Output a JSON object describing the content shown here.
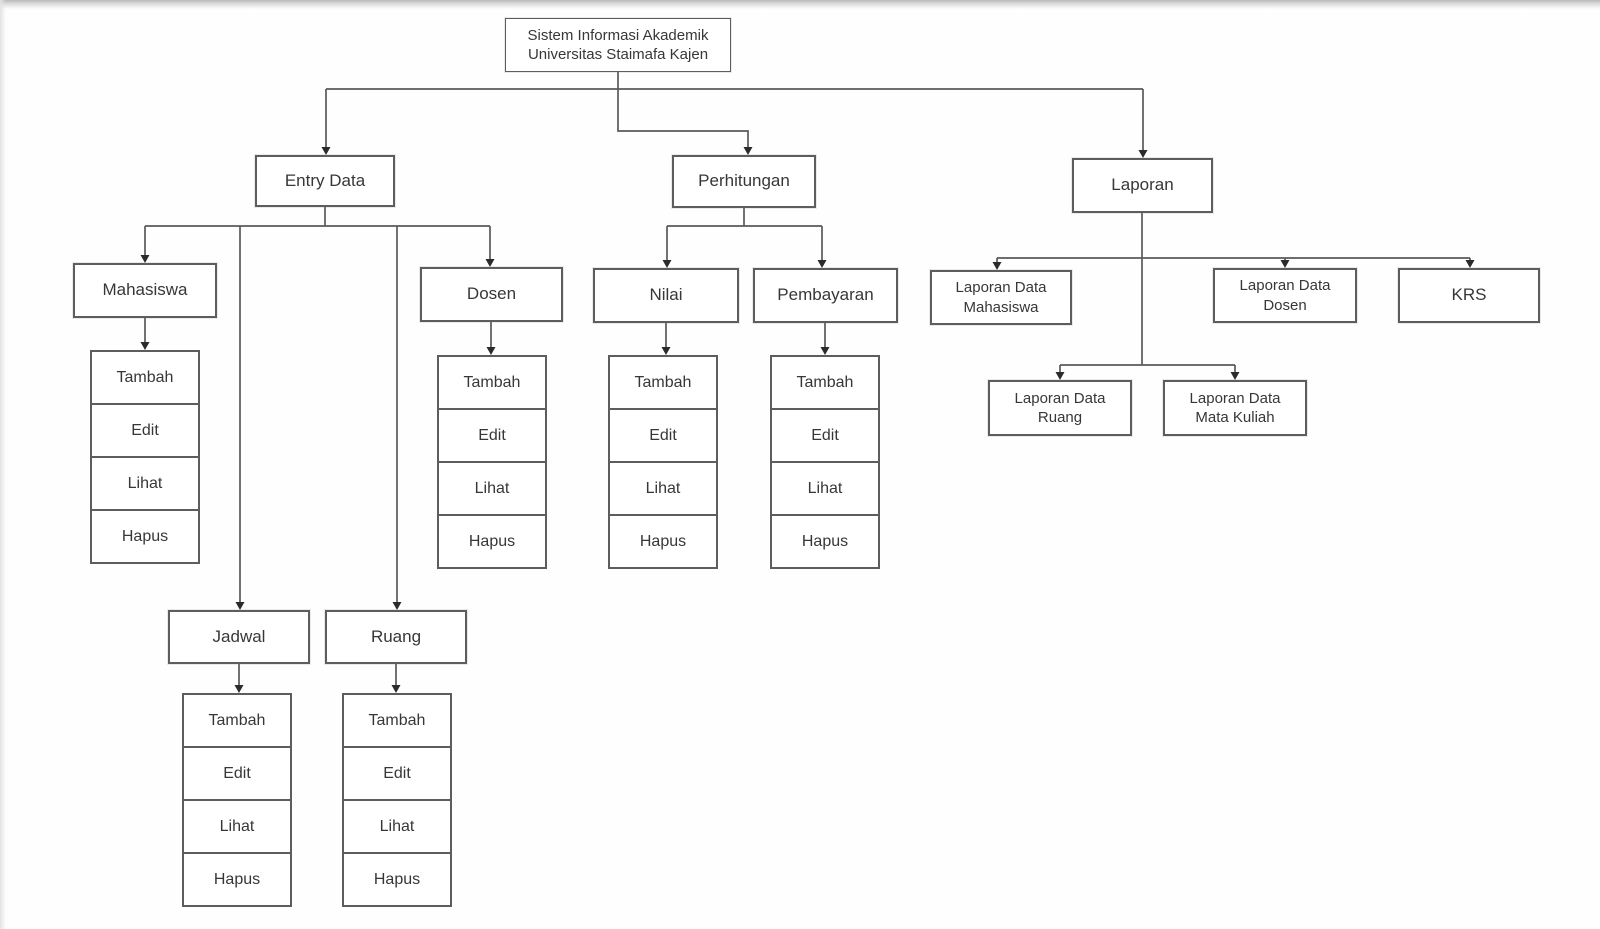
{
  "diagram_title": "Sistem Informasi Akademik Universitas Staimafa Kajen",
  "tree": {
    "root": "Sistem Informasi Akademik Universitas Staimafa Kajen",
    "branches": [
      {
        "label": "Entry Data",
        "children": [
          {
            "label": "Mahasiswa",
            "actions": [
              "Tambah",
              "Edit",
              "Lihat",
              "Hapus"
            ]
          },
          {
            "label": "Dosen",
            "actions": [
              "Tambah",
              "Edit",
              "Lihat",
              "Hapus"
            ]
          },
          {
            "label": "Jadwal",
            "actions": [
              "Tambah",
              "Edit",
              "Lihat",
              "Hapus"
            ]
          },
          {
            "label": "Ruang",
            "actions": [
              "Tambah",
              "Edit",
              "Lihat",
              "Hapus"
            ]
          }
        ]
      },
      {
        "label": "Perhitungan",
        "children": [
          {
            "label": "Nilai",
            "actions": [
              "Tambah",
              "Edit",
              "Lihat",
              "Hapus"
            ]
          },
          {
            "label": "Pembayaran",
            "actions": [
              "Tambah",
              "Edit",
              "Lihat",
              "Hapus"
            ]
          }
        ]
      },
      {
        "label": "Laporan",
        "children": [
          {
            "label": "Laporan Data Mahasiswa"
          },
          {
            "label": "Laporan Data Dosen"
          },
          {
            "label": "KRS"
          },
          {
            "label": "Laporan Data Ruang"
          },
          {
            "label": "Laporan Data Mata Kuliah"
          }
        ]
      }
    ]
  },
  "colors": {
    "line": "#5a5a5a",
    "arrowhead": "#2b2b2b",
    "box_border": "#5d5d5d",
    "box_fill": "#ffffff",
    "text": "#373737",
    "background": "#ffffff"
  }
}
